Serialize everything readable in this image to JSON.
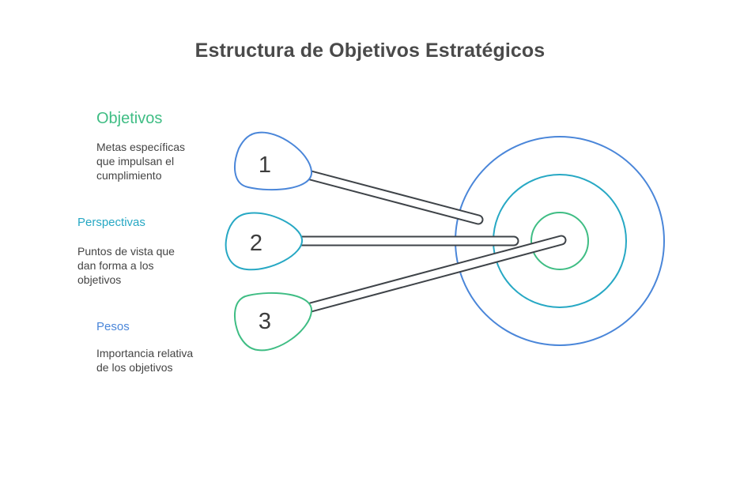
{
  "title": "Estructura de Objetivos Estratégicos",
  "items": [
    {
      "number": "1",
      "heading": "Objetivos",
      "description_lines": [
        "Metas específicas",
        "que impulsan el",
        "cumplimiento"
      ],
      "color": "#3fbd84",
      "outline_color": "#4a86d9"
    },
    {
      "number": "2",
      "heading": "Perspectivas",
      "description_lines": [
        "Puntos de vista que",
        "dan forma a los",
        "objetivos"
      ],
      "color": "#27a8c4",
      "outline_color": "#27a8c4"
    },
    {
      "number": "3",
      "heading": "Pesos",
      "description_lines": [
        "Importancia relativa",
        "de los objetivos"
      ],
      "color": "#4a86d9",
      "outline_color": "#3fbd84"
    }
  ],
  "target_ring_colors": [
    "#4a86d9",
    "#27a8c4",
    "#3fbd84"
  ]
}
